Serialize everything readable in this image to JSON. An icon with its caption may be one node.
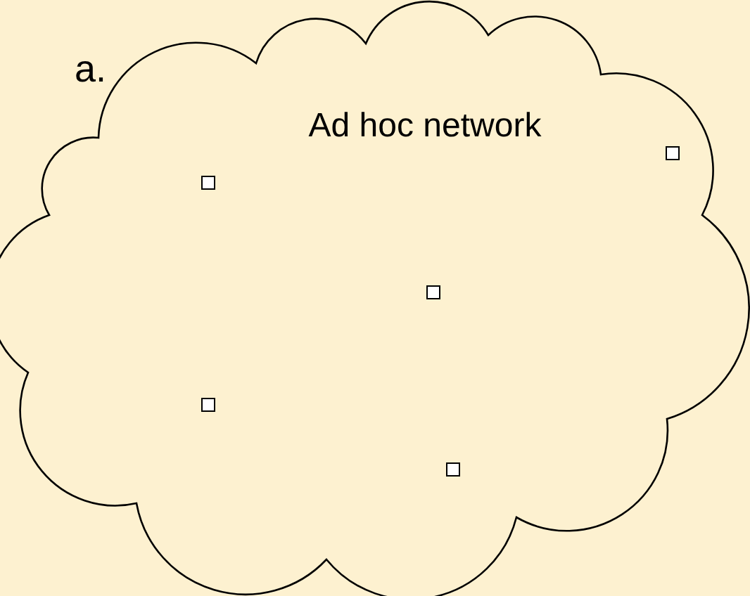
{
  "diagram": {
    "nodes": [
      {
        "text": [
          "Ad hoc network"
        ]
      },
      {
        "text": [],
        "shape": "box",
        "in": 0
      },
      {
        "text": [],
        "shape": "box",
        "in": 0
      },
      {
        "text": [],
        "shape": "box",
        "in": 0
      },
      {
        "text": [],
        "shape": "box",
        "in": 0
      },
      {
        "text": [],
        "shape": "box",
        "in": 0
      }
    ],
    "labels": [
      "a."
    ]
  }
}
